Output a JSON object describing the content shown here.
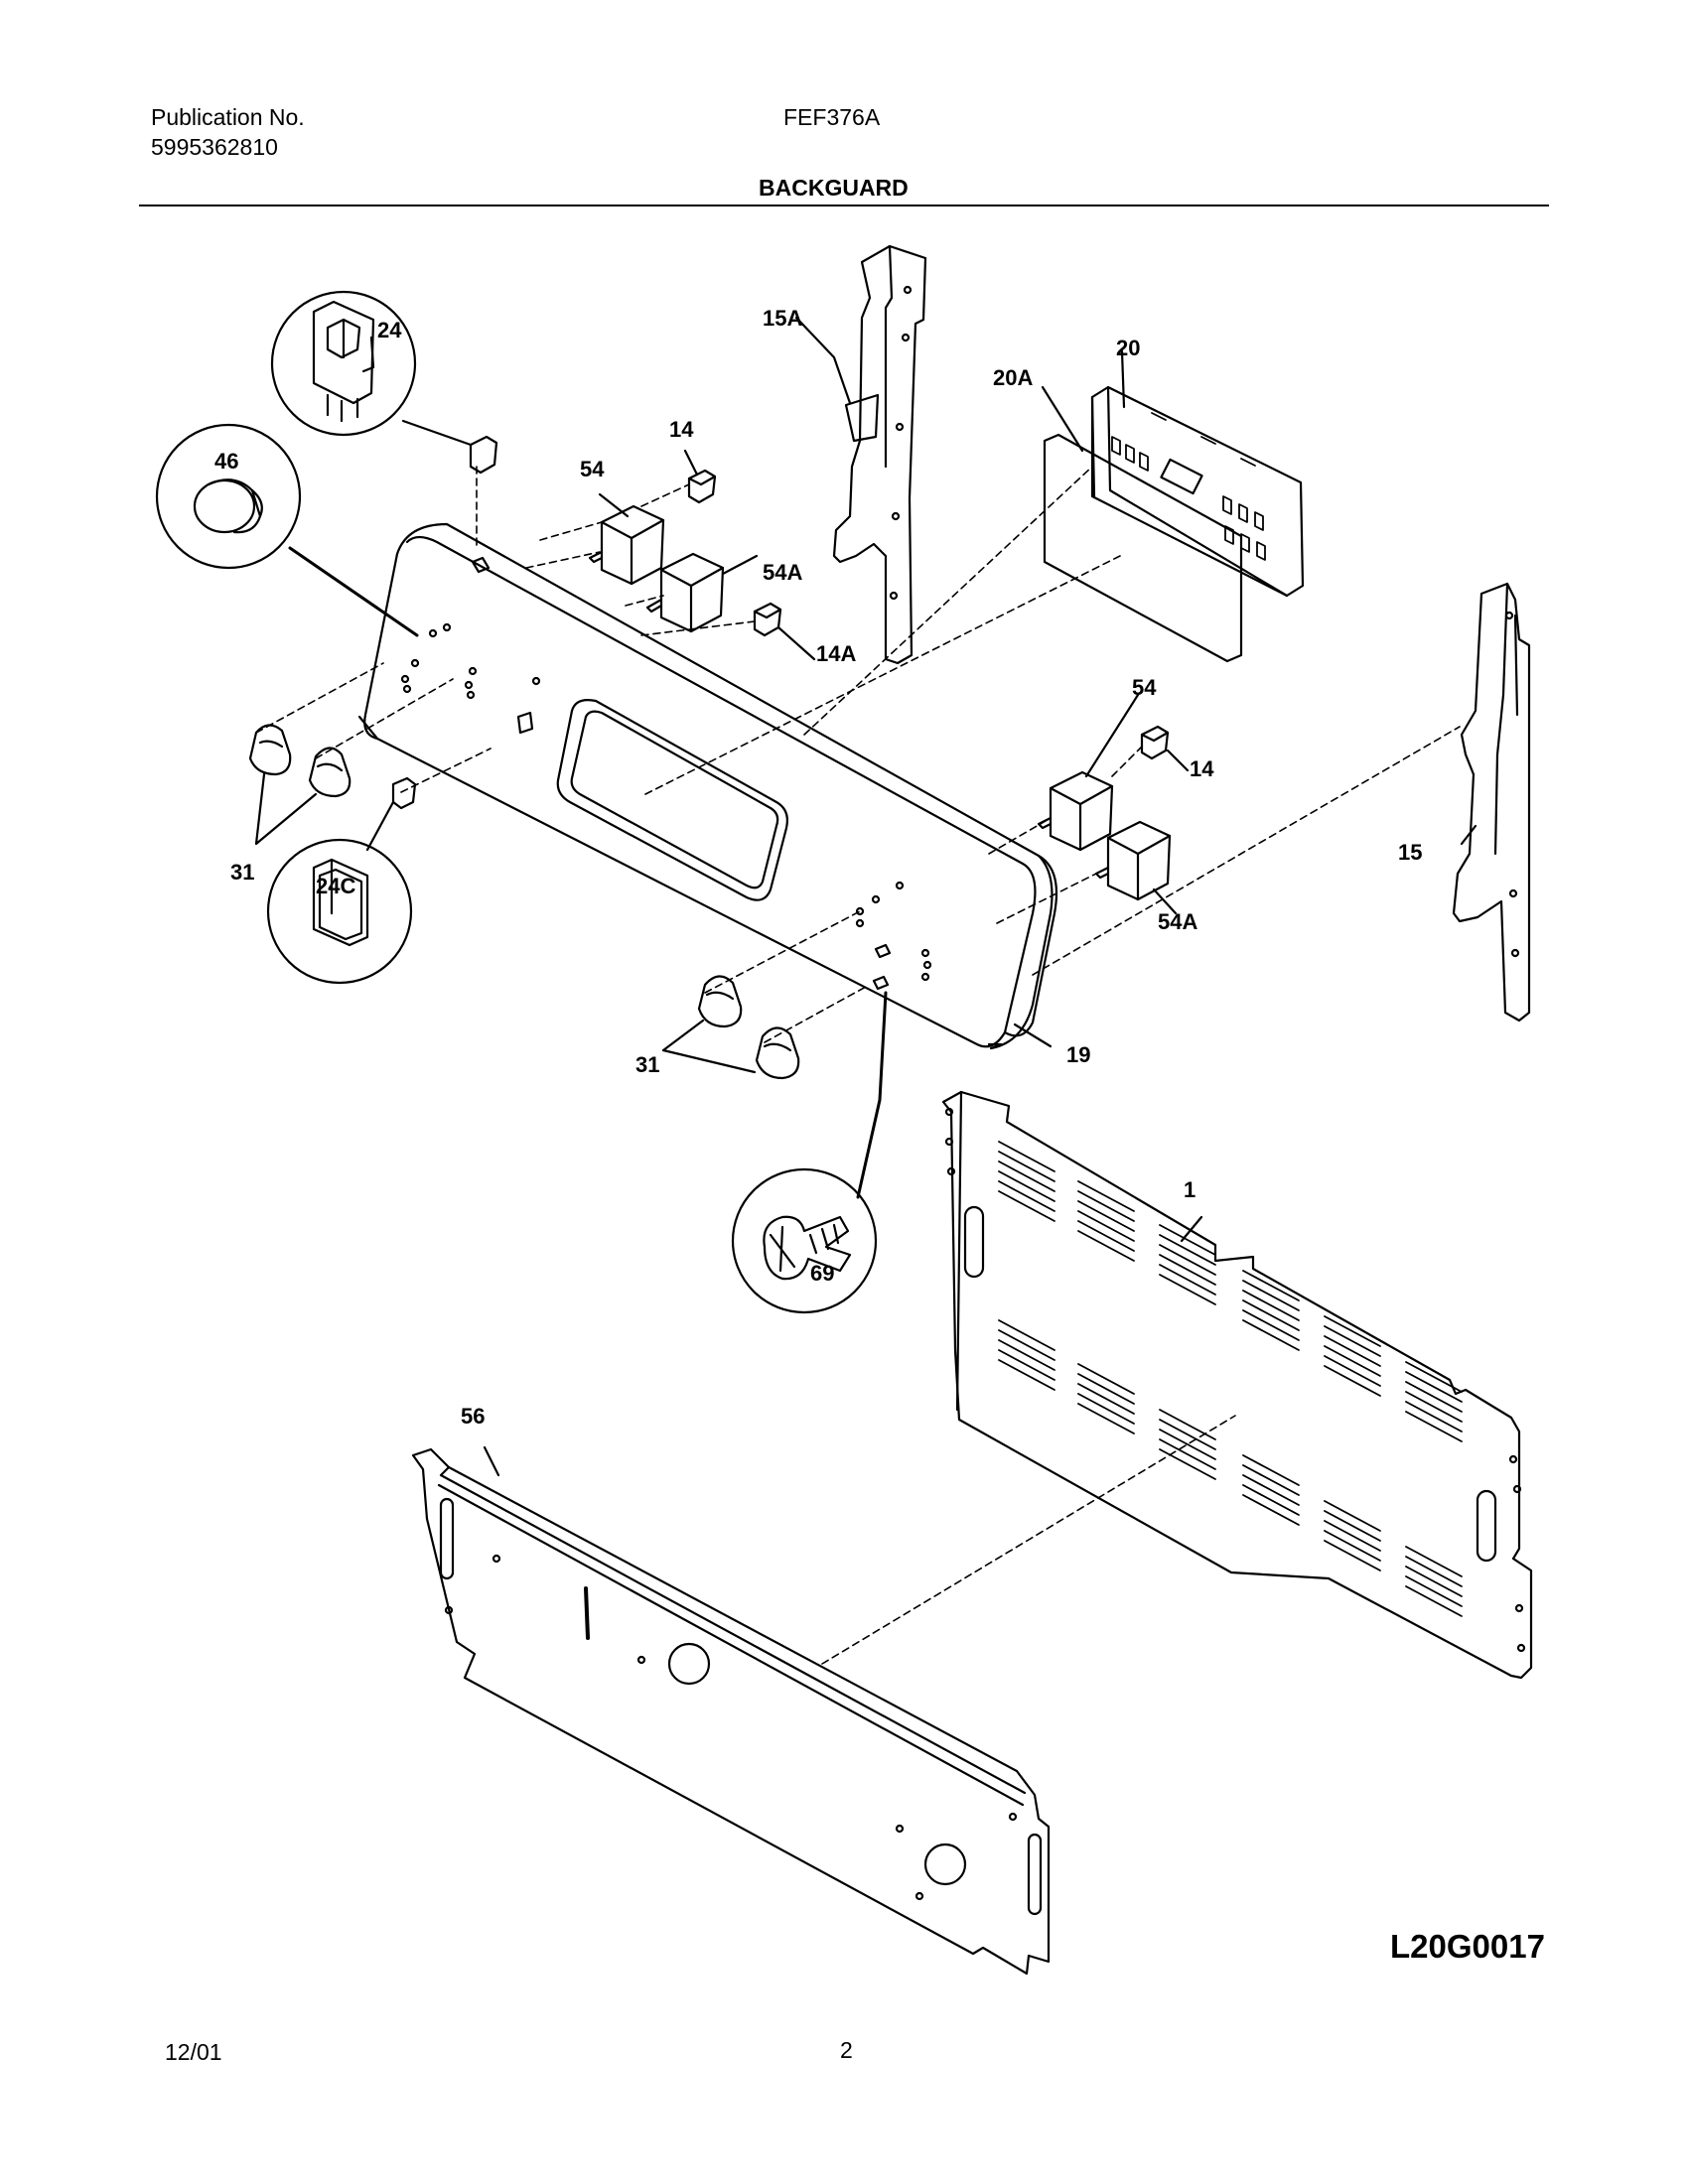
{
  "header": {
    "publication_label": "Publication No.",
    "publication_number": "5995362810",
    "model": "FEF376A",
    "section_title": "BACKGUARD"
  },
  "diagram": {
    "code": "L20G0017",
    "labels": {
      "p1": "1",
      "p14a": "14",
      "p14b": "14",
      "p14A": "14A",
      "p15": "15",
      "p15A": "15A",
      "p19": "19",
      "p20": "20",
      "p20A": "20A",
      "p24": "24",
      "p24C": "24C",
      "p31a": "31",
      "p31b": "31",
      "p46": "46",
      "p54a": "54",
      "p54b": "54",
      "p54Aa": "54A",
      "p54Ab": "54A",
      "p56": "56",
      "p69": "69"
    }
  },
  "footer": {
    "date": "12/01",
    "page": "2"
  }
}
